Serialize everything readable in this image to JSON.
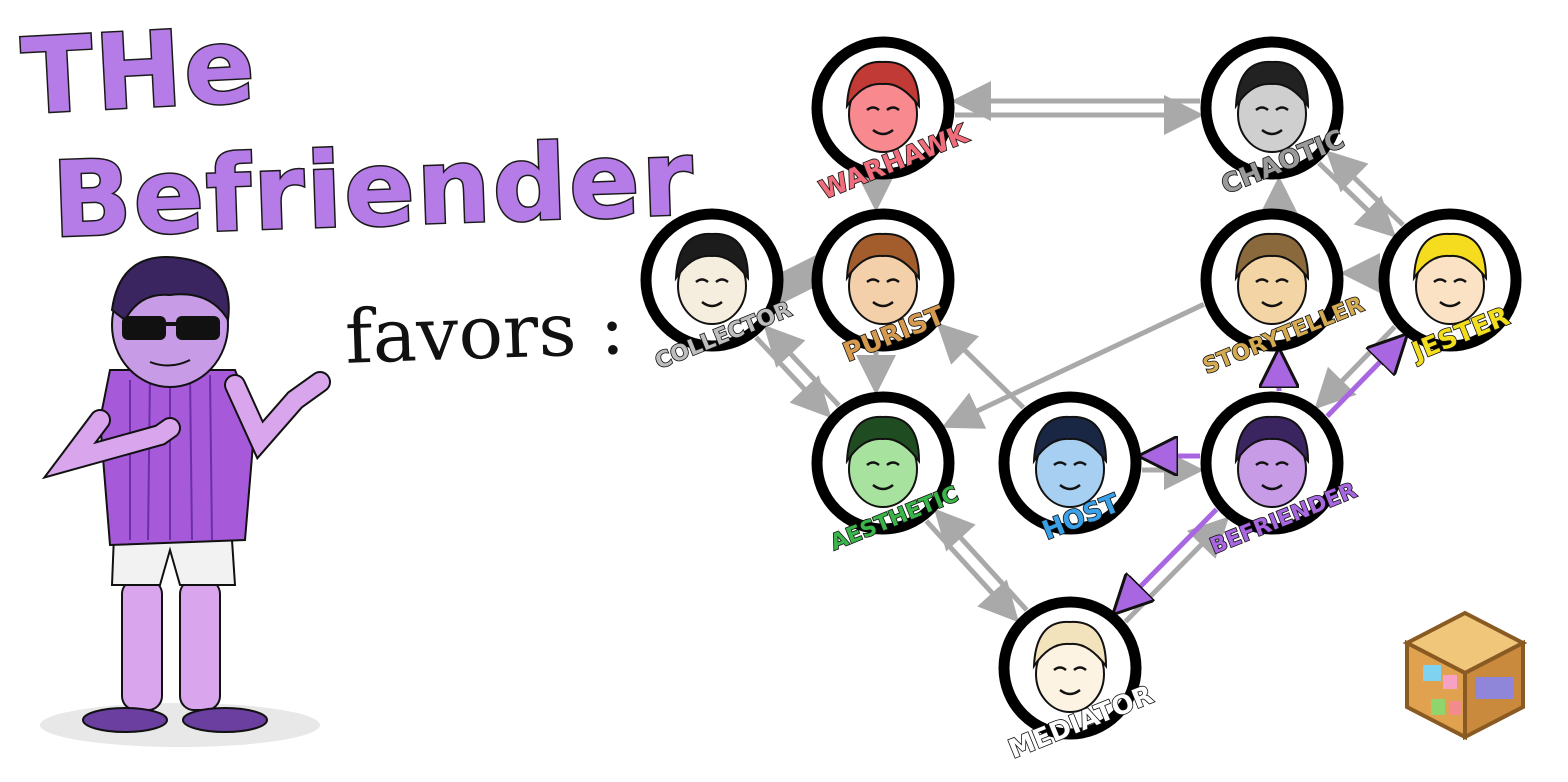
{
  "title": {
    "line1": "THe",
    "line2": "Befriender"
  },
  "subtitle": "favors :",
  "colors": {
    "title_fill": "#b57be6",
    "highlight_arrow": "#a867e0",
    "default_arrow": "#a9a9a9",
    "node_ring": "#000000"
  },
  "nodes": [
    {
      "id": "warhawk",
      "label": "WARHAWK",
      "color": "#f06d7c",
      "face": "#f7898f",
      "hair": "#c23a35"
    },
    {
      "id": "chaotic",
      "label": "CHAOTIC",
      "color": "#9a9a9a",
      "face": "#cfcfcf",
      "hair": "#222222"
    },
    {
      "id": "collector",
      "label": "COLLECTOR",
      "color": "#bdbdbd",
      "face": "#f5eddd",
      "hair": "#1c1c1c"
    },
    {
      "id": "purist",
      "label": "PURIST",
      "color": "#d59a4e",
      "face": "#f3cfaa",
      "hair": "#a35c2c"
    },
    {
      "id": "storyteller",
      "label": "STORYTELLER",
      "color": "#d5ab52",
      "face": "#f3d4a4",
      "hair": "#8a6a3c"
    },
    {
      "id": "jester",
      "label": "JESTER",
      "color": "#f2dd1e",
      "face": "#fbe2c4",
      "hair": "#f6dc1f"
    },
    {
      "id": "aesthetic",
      "label": "AESTHETIC",
      "color": "#39b54a",
      "face": "#a7e39e",
      "hair": "#1f4d21"
    },
    {
      "id": "host",
      "label": "HOST",
      "color": "#3aa0e8",
      "face": "#a7cff1",
      "hair": "#1a2744"
    },
    {
      "id": "befriender",
      "label": "BEFRIENDER",
      "color": "#a867e0",
      "face": "#c79be6",
      "hair": "#3a2560"
    },
    {
      "id": "mediator",
      "label": "MEDIATOR",
      "color": "#ffffff",
      "face": "#fdf3e3",
      "hair": "#f3e3bd"
    }
  ],
  "edges": [
    {
      "from": "chaotic",
      "to": "warhawk",
      "highlight": false
    },
    {
      "from": "warhawk",
      "to": "chaotic",
      "highlight": false
    },
    {
      "from": "warhawk",
      "to": "purist",
      "highlight": false
    },
    {
      "from": "purist",
      "to": "collector",
      "highlight": false
    },
    {
      "from": "collector",
      "to": "purist",
      "highlight": false
    },
    {
      "from": "collector",
      "to": "aesthetic",
      "highlight": false
    },
    {
      "from": "aesthetic",
      "to": "collector",
      "highlight": false
    },
    {
      "from": "purist",
      "to": "aesthetic",
      "highlight": false
    },
    {
      "from": "aesthetic",
      "to": "mediator",
      "highlight": false
    },
    {
      "from": "mediator",
      "to": "aesthetic",
      "highlight": false
    },
    {
      "from": "mediator",
      "to": "befriender",
      "highlight": false
    },
    {
      "from": "storyteller",
      "to": "aesthetic",
      "highlight": false
    },
    {
      "from": "host",
      "to": "purist",
      "highlight": false
    },
    {
      "from": "host",
      "to": "befriender",
      "highlight": false
    },
    {
      "from": "chaotic",
      "to": "jester",
      "highlight": false
    },
    {
      "from": "jester",
      "to": "chaotic",
      "highlight": false
    },
    {
      "from": "storyteller",
      "to": "chaotic",
      "highlight": false
    },
    {
      "from": "jester",
      "to": "storyteller",
      "highlight": false
    },
    {
      "from": "jester",
      "to": "befriender",
      "highlight": false
    },
    {
      "from": "befriender",
      "to": "storyteller",
      "highlight": true
    },
    {
      "from": "befriender",
      "to": "jester",
      "highlight": true
    },
    {
      "from": "befriender",
      "to": "host",
      "highlight": true
    },
    {
      "from": "befriender",
      "to": "mediator",
      "highlight": true
    }
  ],
  "character": {
    "shirt": "#a65ad9",
    "skin": "#d9a6ee",
    "shorts": "#f2f2f2",
    "glasses": "#111111"
  },
  "logo": {
    "name": "cube-logo-icon"
  }
}
